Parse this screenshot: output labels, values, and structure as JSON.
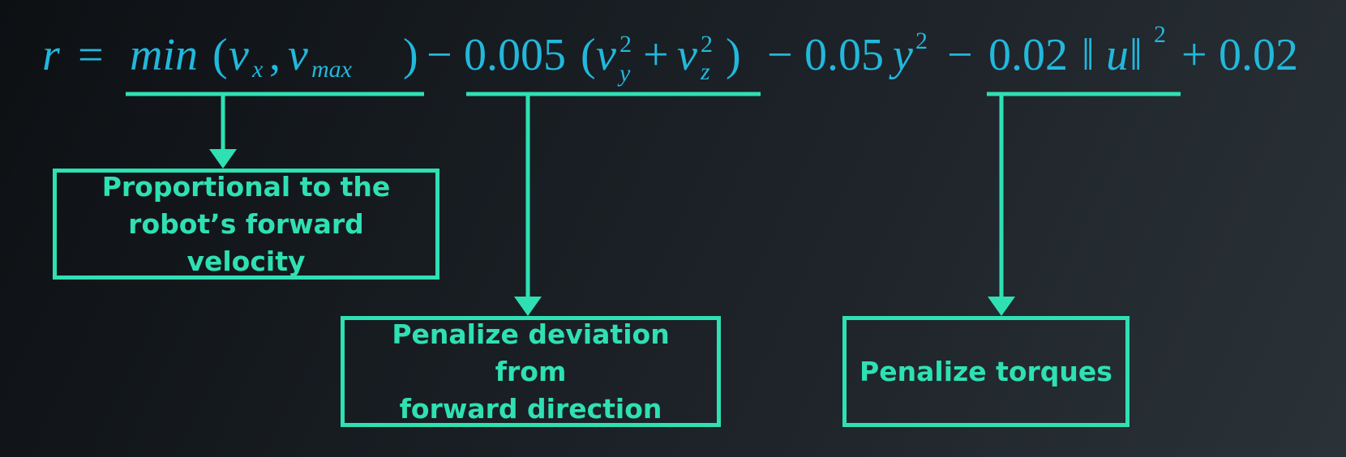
{
  "equation": {
    "r": "r",
    "eq": "=",
    "min": "min",
    "lparen": "(",
    "vx_base": "v",
    "vx_sub": "x",
    "comma": ",",
    "vmax_base": "v",
    "vmax_sub": "max",
    "rparen": ")",
    "minus1": "−",
    "coef1": "0.005",
    "lparen2": "(",
    "vy_base": "v",
    "vy_sub": "y",
    "vy_sup": "2",
    "plus1": "+",
    "vz_base": "v",
    "vz_sub": "z",
    "vz_sup": "2",
    "rparen2": ")",
    "minus2": "−",
    "coef2": "0.05",
    "y_base": "y",
    "y_sup": "2",
    "minus3": "−",
    "coef3": "0.02",
    "norm_open": "‖",
    "u": "u",
    "norm_close": "‖",
    "norm_sup": "2",
    "plus2": "+",
    "const": "0.02"
  },
  "callouts": {
    "forward_velocity": {
      "line1": "Proportional to the",
      "line2": "robot’s forward velocity"
    },
    "deviation": {
      "line1": "Penalize deviation from",
      "line2": "forward direction"
    },
    "torques": {
      "line1": "Penalize torques"
    }
  },
  "colors": {
    "equation": "#22b8dc",
    "annotation": "#2fe0b3",
    "background": "#171c21"
  }
}
